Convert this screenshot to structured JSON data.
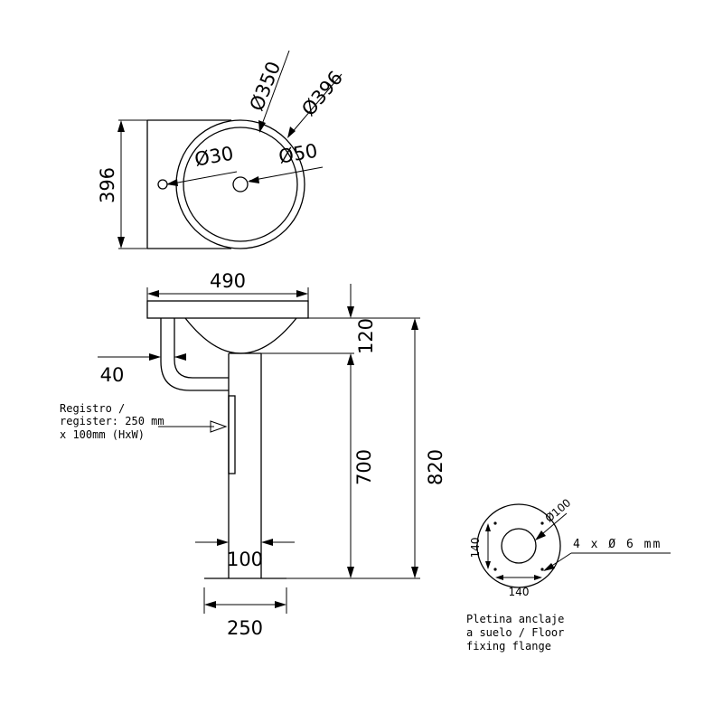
{
  "top_view": {
    "dim_basin_inner": "Ø350",
    "dim_basin_outer": "Ø396",
    "dim_tap_hole": "Ø30",
    "dim_drain": "Ø50",
    "dim_depth": "396"
  },
  "side_view": {
    "dim_width": "490",
    "dim_basin_height": "120",
    "dim_pipe_offset": "40",
    "dim_column_height": "700",
    "dim_total_height": "820",
    "dim_column_width": "100",
    "dim_base_width": "250",
    "register_note": {
      "line1": "Registro /",
      "line2": "register: 250 mm",
      "line3": "x 100mm (HxW)"
    }
  },
  "flange_view": {
    "dim_diameter": "Ø100",
    "dim_holes": "4 x Ø 6 mm",
    "dim_height": "140",
    "dim_width": "140",
    "caption": {
      "line1": "Pletina anclaje",
      "line2": "a suelo / Floor",
      "line3": "fixing flange"
    }
  }
}
